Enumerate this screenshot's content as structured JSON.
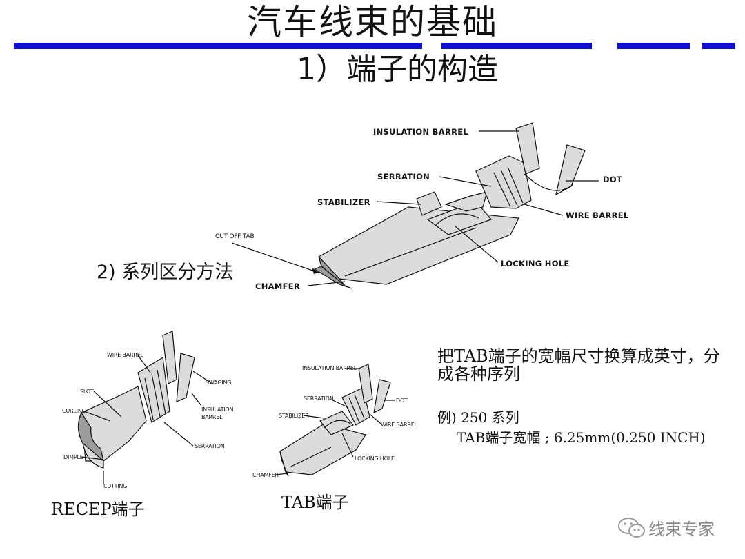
{
  "header": {
    "title": "汽车线束的基础",
    "subtitle1": "1）端子的构造",
    "subtitle2": "2) 系列区分方法",
    "bar_color": "#1010d0"
  },
  "main_diagram": {
    "labels": {
      "insulation_barrel": "INSULATION BARREL",
      "serration": "SERRATION",
      "dot": "DOT",
      "stabilizer": "STABILIZER",
      "wire_barrel": "WIRE BARREL",
      "cut_off_tab": "CUT OFF TAB",
      "locking_hole": "LOCKING HOLE",
      "chamfer": "CHAMFER"
    }
  },
  "recep_diagram": {
    "labels": {
      "wire_barrel": "WIRE BARREL",
      "swaging": "SWAGING",
      "slot": "SLOT",
      "curling": "CURLING",
      "insulation_barrel": "INSULATION BARREL",
      "serration": "SERRATION",
      "dimple": "DIMPLE",
      "cutting": "CUTTING"
    },
    "caption": "RECEP端子"
  },
  "tab_diagram": {
    "labels": {
      "insulation_barrel": "INSULATION BARREL",
      "serration": "SERRATION",
      "dot": "DOT",
      "stabilizer": "STABILIZER",
      "wire_barrel": "WIRE BARREL",
      "locking_hole": "LOCKING HOLE",
      "chamfer": "CHAMFER"
    },
    "caption": "TAB端子"
  },
  "description": {
    "line1": "把TAB端子的宽幅尺寸换算成英寸，分成各种序列",
    "example_line": "例) 250 系列",
    "example_detail": "TAB端子宽幅 ; 6.25mm(0.250 INCH)"
  },
  "watermark": {
    "text": "线束专家",
    "icon": "wechat-icon"
  }
}
